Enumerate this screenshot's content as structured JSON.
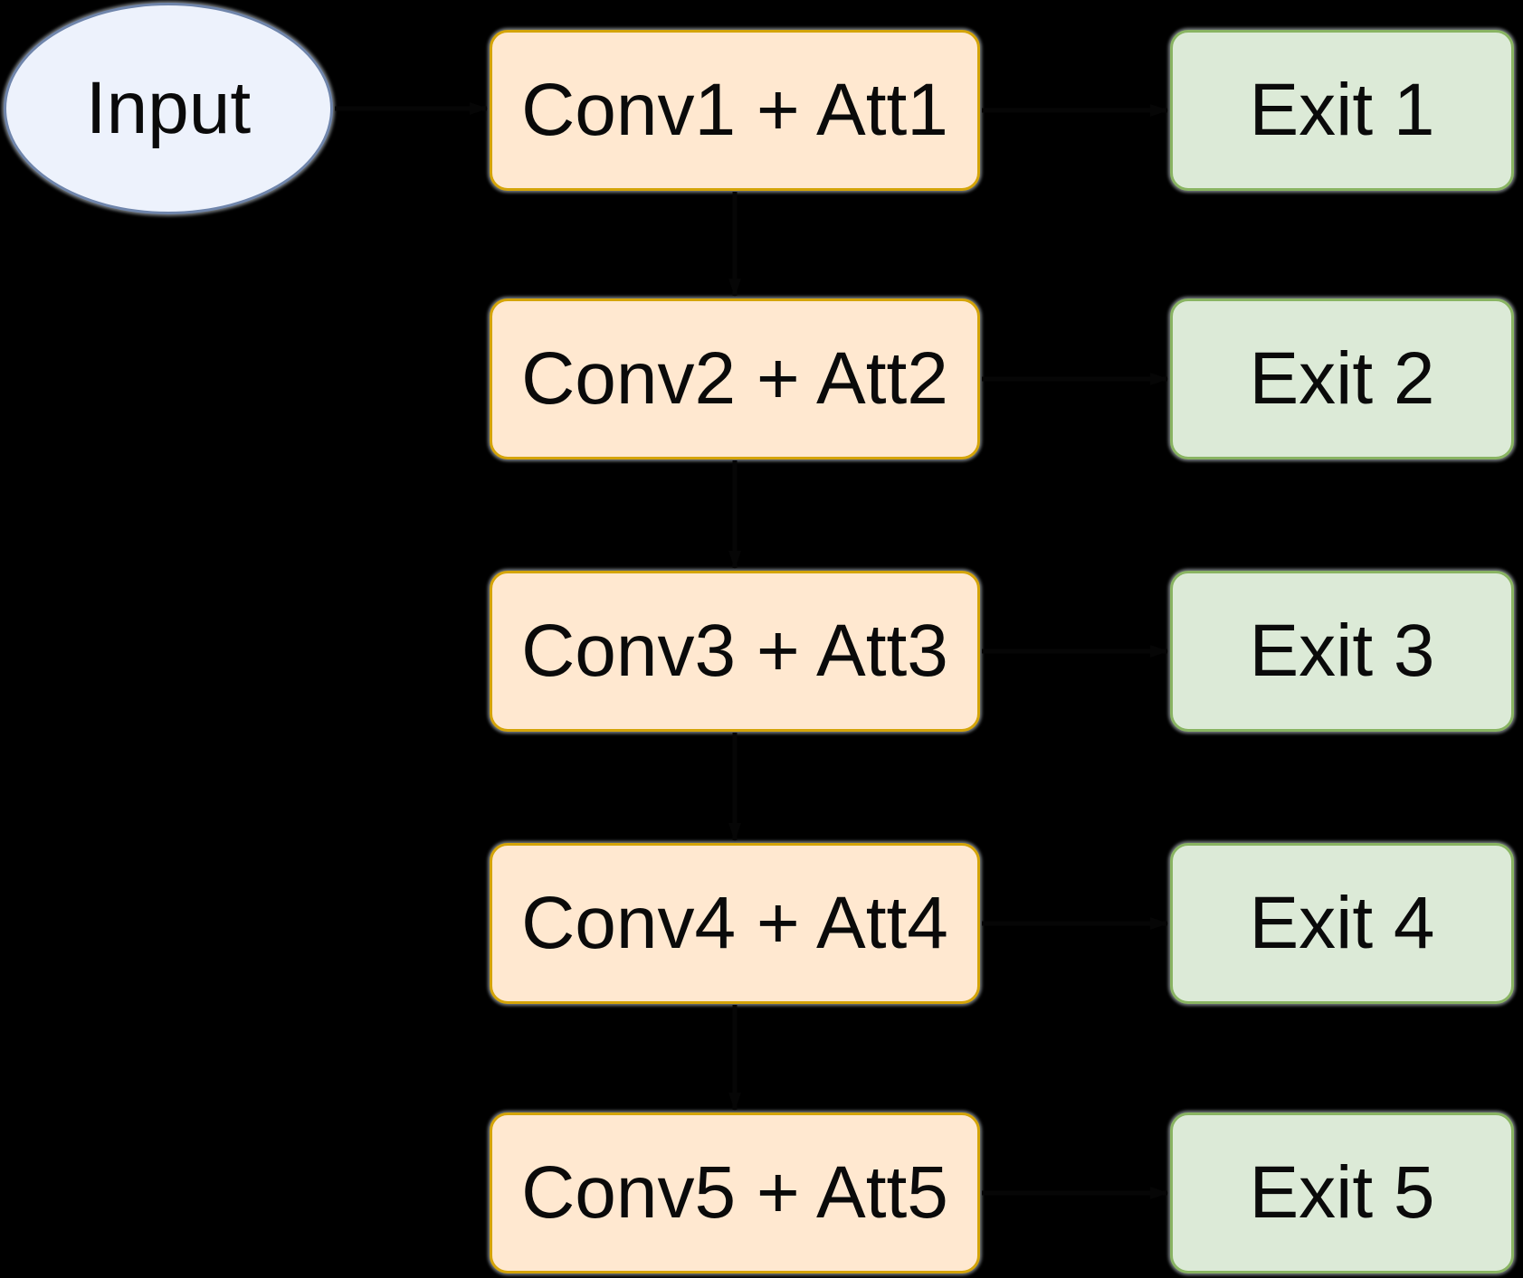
{
  "diagram": {
    "background_color": "#000000",
    "text_color": "#0a0a0a",
    "edge_color": "#060606",
    "shadow_color": "rgba(128,133,138,0.9)",
    "input": {
      "id": "input",
      "label": "Input",
      "fill": "#edf2fc",
      "border": "#6f85ab"
    },
    "conv_style": {
      "fill": "#ffe8d0",
      "border": "#d4a408"
    },
    "exit_style": {
      "fill": "#dcead7",
      "border": "#89b462"
    },
    "conv_nodes": [
      {
        "id": "conv1",
        "label": "Conv1 + Att1"
      },
      {
        "id": "conv2",
        "label": "Conv2 + Att2"
      },
      {
        "id": "conv3",
        "label": "Conv3 + Att3"
      },
      {
        "id": "conv4",
        "label": "Conv4 + Att4"
      },
      {
        "id": "conv5",
        "label": "Conv5 + Att5"
      }
    ],
    "exit_nodes": [
      {
        "id": "exit1",
        "label": "Exit 1"
      },
      {
        "id": "exit2",
        "label": "Exit 2"
      },
      {
        "id": "exit3",
        "label": "Exit 3"
      },
      {
        "id": "exit4",
        "label": "Exit 4"
      },
      {
        "id": "exit5",
        "label": "Exit 5"
      }
    ],
    "edges": [
      {
        "from": "input",
        "to": "conv1"
      },
      {
        "from": "conv1",
        "to": "conv2"
      },
      {
        "from": "conv2",
        "to": "conv3"
      },
      {
        "from": "conv3",
        "to": "conv4"
      },
      {
        "from": "conv4",
        "to": "conv5"
      },
      {
        "from": "conv1",
        "to": "exit1"
      },
      {
        "from": "conv2",
        "to": "exit2"
      },
      {
        "from": "conv3",
        "to": "exit3"
      },
      {
        "from": "conv4",
        "to": "exit4"
      },
      {
        "from": "conv5",
        "to": "exit5"
      }
    ]
  }
}
